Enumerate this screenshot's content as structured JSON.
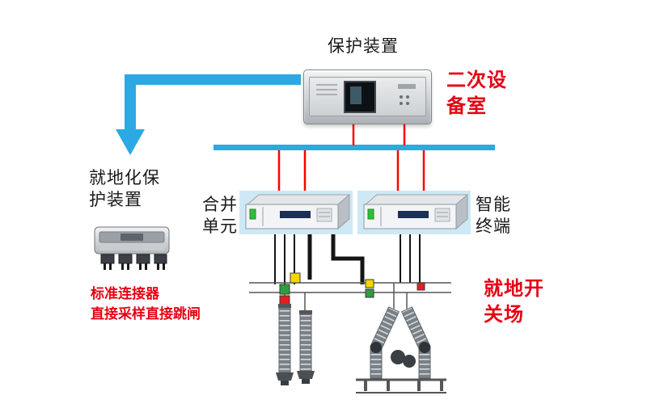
{
  "diagram": {
    "labels": {
      "protection_device": "保护装置",
      "secondary_equipment_room": "二次设备室",
      "local_protection_device": "就地化保护装置",
      "merging_unit": "合并单元",
      "smart_terminal": "智能终端",
      "switchyard": "就地开关场",
      "connector_note_line1": "标准连接器",
      "connector_note_line2": "直接采样直接跳闸"
    },
    "colors": {
      "network_blue": "#2CA9E2",
      "link_red": "#FF0000",
      "note_red": "#E60012",
      "label_black": "#1A1A1A",
      "panel_backdrop_blue": "#CFE8F5",
      "led_green": "#2FBF3A"
    },
    "indicators": {
      "phase_yellow": "#F7D500",
      "phase_green": "#2E9E3E",
      "phase_red": "#E02020"
    }
  }
}
